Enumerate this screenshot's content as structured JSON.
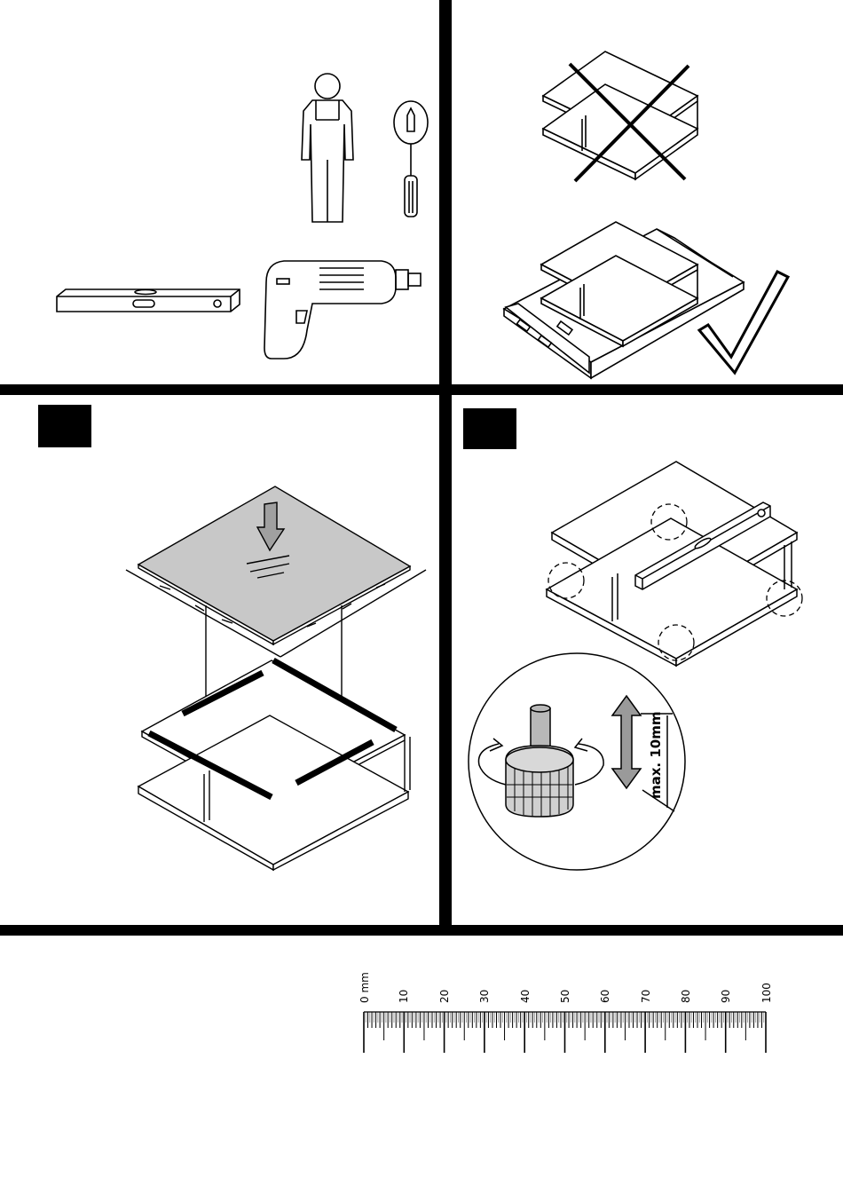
{
  "panels": {
    "tools": {
      "tools": [
        "person-icon",
        "screwdriver-icon",
        "spirit-level-icon",
        "drill-icon"
      ]
    },
    "unpacking": {
      "wrong_marker": "cross-icon",
      "right_marker": "check-icon"
    },
    "step1": {
      "step_number": ""
    },
    "step2": {
      "step_number": "",
      "adjust_label": "max. 10mm"
    }
  },
  "ruler": {
    "unit_label": "0 mm",
    "ticks": [
      "10",
      "20",
      "30",
      "40",
      "50",
      "60",
      "70",
      "80",
      "90",
      "100"
    ]
  },
  "colors": {
    "ink": "#000000",
    "glass": "#c8c8c8",
    "paper": "#ffffff"
  }
}
